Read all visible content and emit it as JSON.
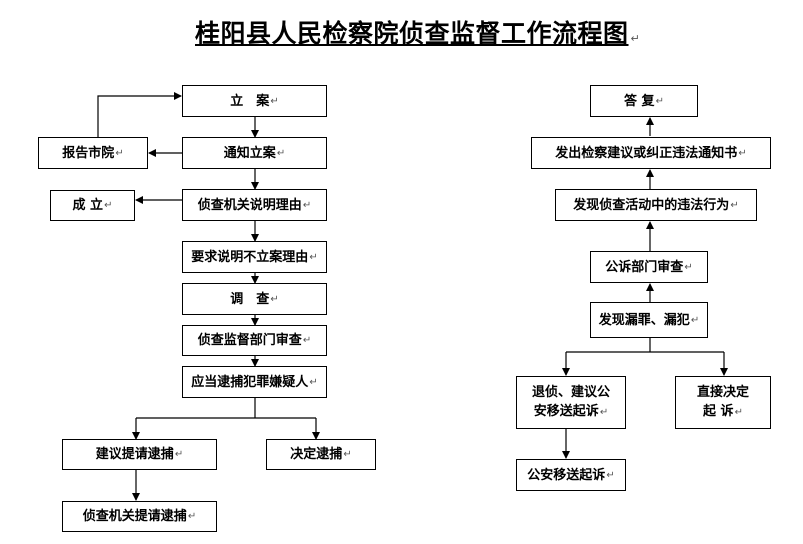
{
  "title": "桂阳县人民检察院侦查监督工作流程图",
  "para_mark": "↵",
  "left_flow": {
    "li_an": "立　案",
    "bao_gao": "报告市院",
    "tong_zhi": "通知立案",
    "cheng_li": "成 立",
    "zhen_cha_shuo_ming": "侦查机关说明理由",
    "yao_qiu": "要求说明不立案理由",
    "diao_cha": "调　查",
    "shen_cha": "侦查监督部门审查",
    "ying_dang": "应当逮捕犯罪嫌疑人",
    "jian_yi": "建议提请逮捕",
    "jue_ding": "决定逮捕",
    "zhen_cha_ti_qing": "侦查机关提请逮捕"
  },
  "right_flow": {
    "da_fu": "答 复",
    "fa_chu": "发出检察建议或纠正违法通知书",
    "fa_xian_wei_fa": "发现侦查活动中的违法行为",
    "gong_su_shen_cha": "公诉部门审查",
    "fa_xian_lou": "发现漏罪、漏犯",
    "tui_zhen_line1": "退侦、建议公",
    "tui_zhen_line2": "安移送起诉",
    "zhi_jie_line1": "直接决定",
    "zhi_jie_line2": "起 诉",
    "gong_an": "公安移送起诉"
  }
}
